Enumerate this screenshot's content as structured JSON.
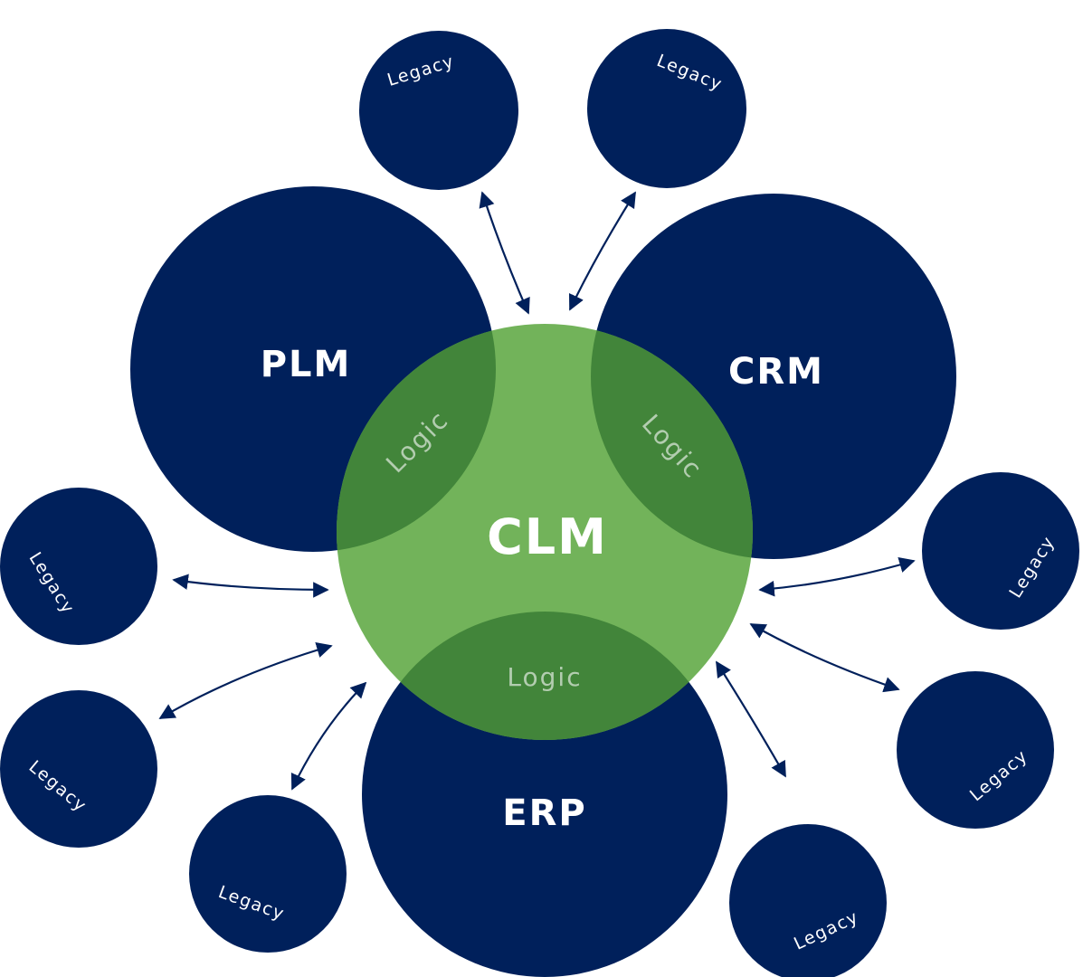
{
  "colors": {
    "navy": "#00205b",
    "clm_green": "#72b35a",
    "logic_green": "#42853a",
    "logic_text": "#b3cdb0",
    "label_text": "#ffffff"
  },
  "center": {
    "label": "CLM"
  },
  "systems": [
    {
      "id": "plm",
      "label": "PLM"
    },
    {
      "id": "crm",
      "label": "CRM"
    },
    {
      "id": "erp",
      "label": "ERP"
    }
  ],
  "overlaps": [
    {
      "between": "plm",
      "label": "Logic"
    },
    {
      "between": "crm",
      "label": "Logic"
    },
    {
      "between": "erp",
      "label": "Logic"
    }
  ],
  "legacy": [
    {
      "label": "Legacy"
    },
    {
      "label": "Legacy"
    },
    {
      "label": "Legacy"
    },
    {
      "label": "Legacy"
    },
    {
      "label": "Legacy"
    },
    {
      "label": "Legacy"
    },
    {
      "label": "Legacy"
    },
    {
      "label": "Legacy"
    }
  ],
  "connections": {
    "style": "bidirectional-arrow",
    "count": 8
  }
}
